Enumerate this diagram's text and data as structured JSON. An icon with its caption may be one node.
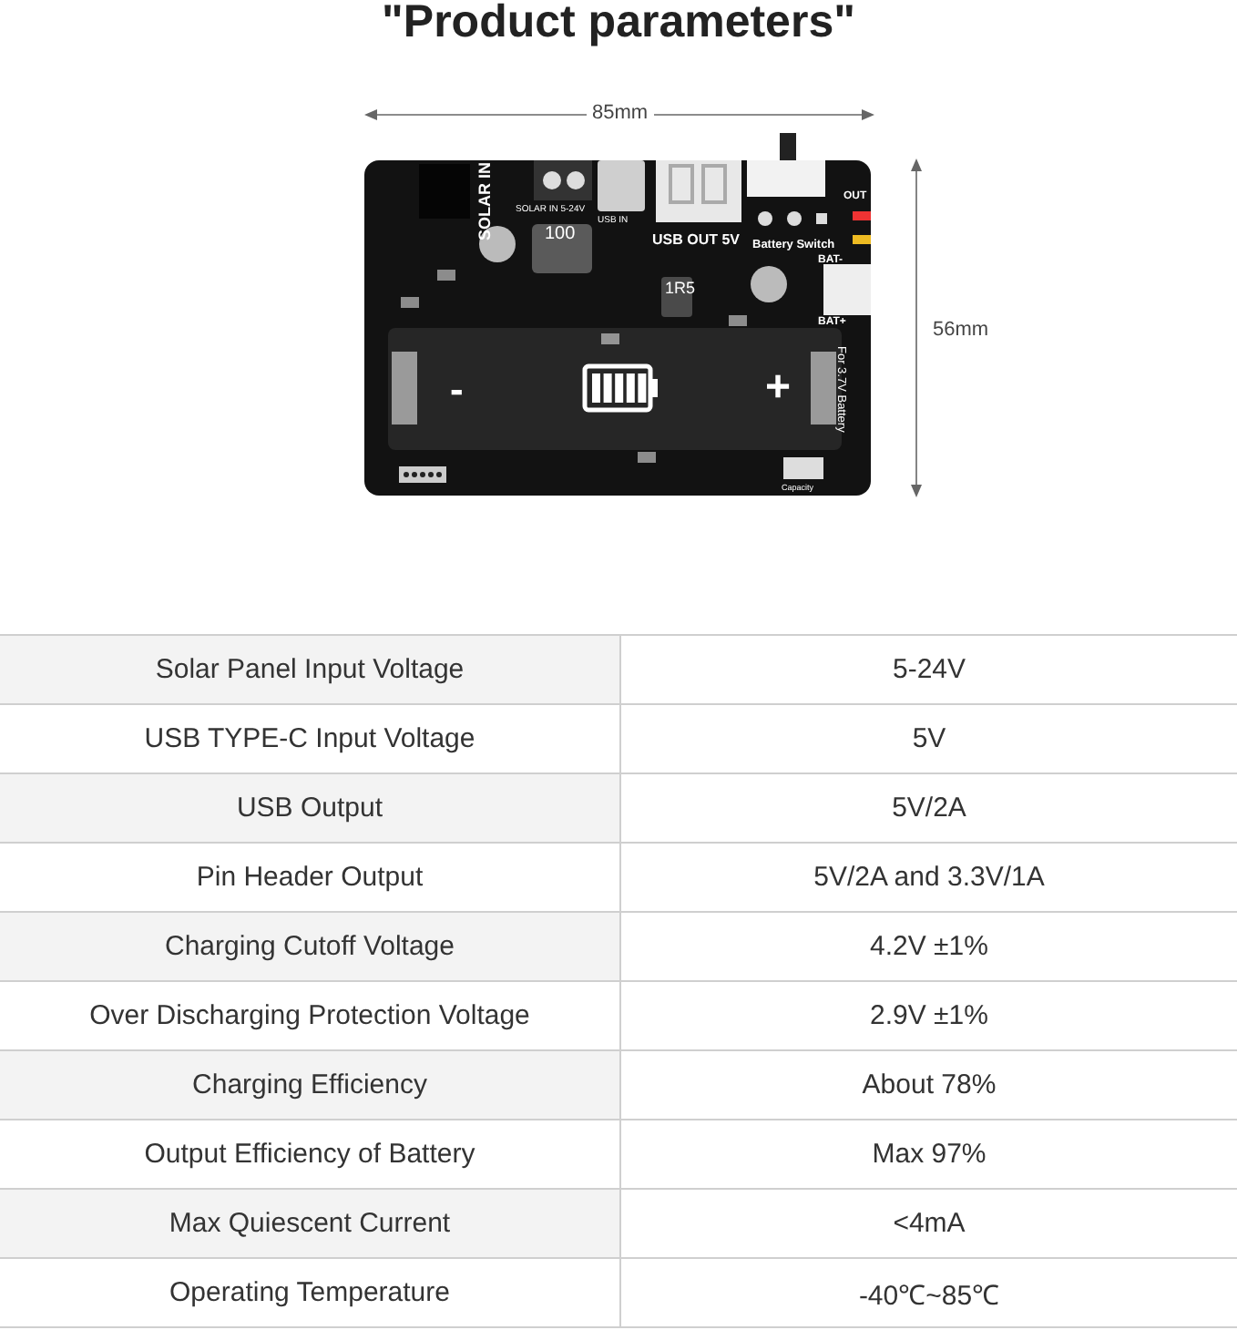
{
  "diagram": {
    "title": "\"Product parameters\"",
    "labels": [
      "85mm",
      "56mm",
      "SOLAR IN",
      "SOLAR IN 5-24V",
      "USB IN",
      "USB OUT 5V",
      "Battery Switch",
      "OUT",
      "BAT-",
      "BAT+",
      "100",
      "1R5",
      "-",
      "+",
      "For 3.7V Battery",
      "Capacity",
      "Solar Panel Input Voltage",
      "5-24V",
      "USB TYPE-C Input Voltage",
      "5V",
      "USB Output",
      "5V/2A",
      "Pin Header Output",
      "5V/2A and 3.3V/1A",
      "Charging Cutoff Voltage",
      "4.2V ±1%",
      "Over Discharging Protection Voltage",
      "2.9V ±1%",
      "Charging Efficiency",
      "About 78%",
      "Output Efficiency of Battery",
      "Max 97%",
      "Max Quiescent Current",
      "<4mA",
      "Operating Temperature",
      "-40℃~85℃"
    ]
  }
}
